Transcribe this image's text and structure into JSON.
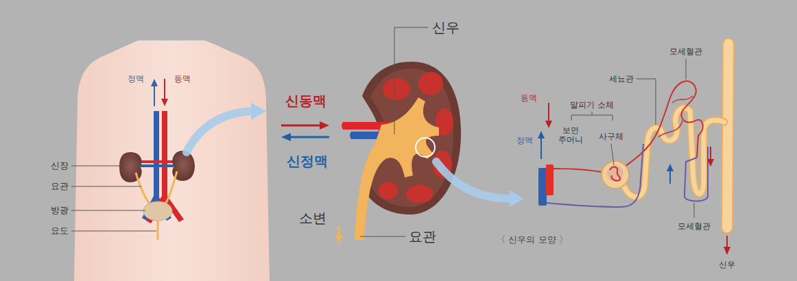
{
  "diagram": {
    "caption": "〈 신우의 모양 〉",
    "labels": [
      "정맥",
      "동맥",
      "신장",
      "요관",
      "방광",
      "요도",
      "신우",
      "신동맥",
      "신정맥",
      "소변",
      "요관",
      "모세혈관",
      "세뇨관",
      "말피기 소체",
      "동맥",
      "보먼 주머니",
      "사구체",
      "정맥",
      "모세혈관",
      "신우"
    ]
  }
}
